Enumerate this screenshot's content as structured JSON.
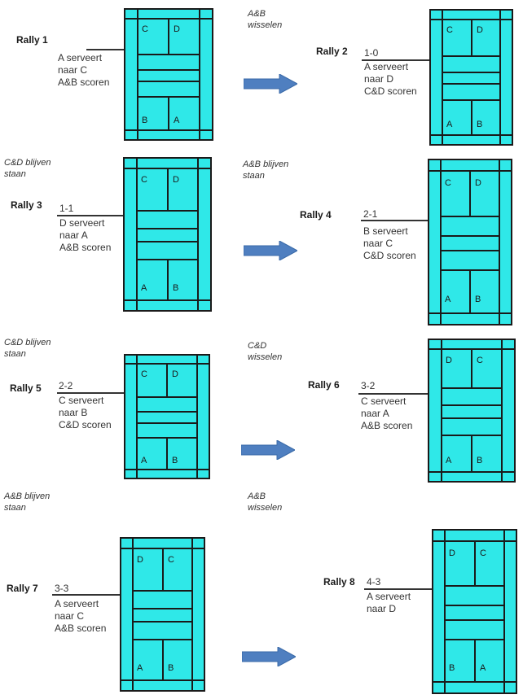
{
  "colors": {
    "court": "#2fe8e8",
    "lines": "#1a1a1a",
    "arrow": "#4f7fc0"
  },
  "rallies": [
    {
      "label": "Rally 1",
      "score": "",
      "text": "A serveert\nnaar C\nA&B scoren",
      "top": [
        "C",
        "D"
      ],
      "bottom": [
        "B",
        "A"
      ]
    },
    {
      "label": "Rally 2",
      "score": "1-0",
      "text": "A serveert\nnaar D\nC&D scoren",
      "top": [
        "C",
        "D"
      ],
      "bottom": [
        "A",
        "B"
      ]
    },
    {
      "label": "Rally 3",
      "score": "1-1",
      "text": "D serveert\nnaar A\nA&B scoren",
      "top": [
        "C",
        "D"
      ],
      "bottom": [
        "A",
        "B"
      ]
    },
    {
      "label": "Rally 4",
      "score": "2-1",
      "text": "B serveert\nnaar C\nC&D scoren",
      "top": [
        "C",
        "D"
      ],
      "bottom": [
        "A",
        "B"
      ]
    },
    {
      "label": "Rally 5",
      "score": "2-2",
      "text": "C serveert\nnaar B\nC&D scoren",
      "top": [
        "C",
        "D"
      ],
      "bottom": [
        "A",
        "B"
      ]
    },
    {
      "label": "Rally 6",
      "score": "3-2",
      "text": "C serveert\nnaar A\nA&B scoren",
      "top": [
        "D",
        "C"
      ],
      "bottom": [
        "A",
        "B"
      ]
    },
    {
      "label": "Rally 7",
      "score": "3-3",
      "text": "A serveert\nnaar C\nA&B scoren",
      "top": [
        "D",
        "C"
      ],
      "bottom": [
        "A",
        "B"
      ]
    },
    {
      "label": "Rally 8",
      "score": "4-3",
      "text": "A serveert\nnaar D",
      "top": [
        "D",
        "C"
      ],
      "bottom": [
        "B",
        "A"
      ]
    }
  ],
  "notes": [
    "A&B\nwisselen",
    "C&D blijven\nstaan",
    "A&B blijven\nstaan",
    "C&D blijven\nstaan",
    "C&D\nwisselen",
    "A&B blijven\nstaan",
    "A&B\nwisselen"
  ]
}
